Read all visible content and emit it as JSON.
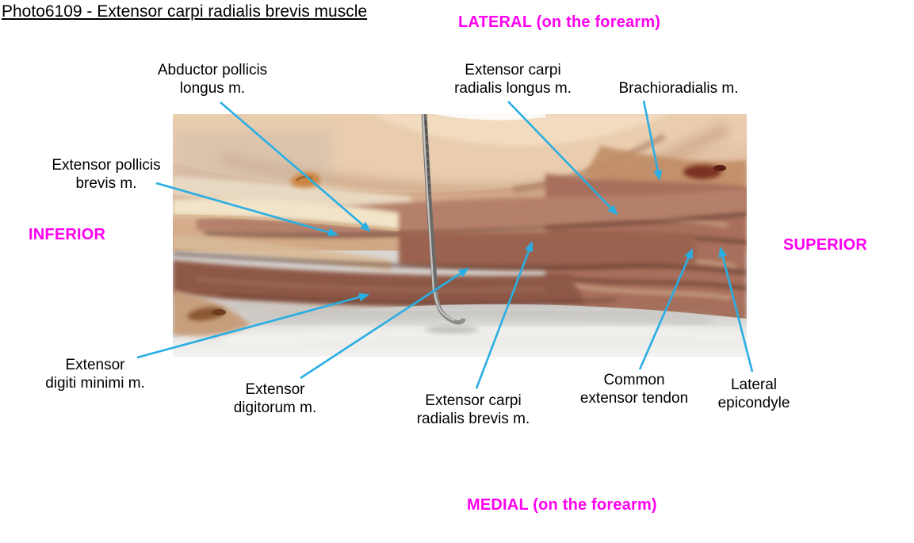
{
  "title": "Photo6109 - Extensor carpi radialis brevis muscle",
  "orientation_labels": {
    "top": "LATERAL (on the forearm)",
    "left": "INFERIOR",
    "right": "SUPERIOR",
    "bottom": "MEDIAL (on the forearm)"
  },
  "annotations": [
    {
      "id": "abductor-pollicis-longus",
      "lines": [
        "Abductor pollicis",
        "longus m."
      ]
    },
    {
      "id": "extensor-carpi-radialis-longus",
      "lines": [
        "Extensor carpi",
        "radialis longus m."
      ]
    },
    {
      "id": "brachioradialis",
      "lines": [
        "Brachioradialis m."
      ]
    },
    {
      "id": "extensor-pollicis-brevis",
      "lines": [
        "Extensor pollicis",
        "brevis m."
      ]
    },
    {
      "id": "extensor-digiti-minimi",
      "lines": [
        "Extensor",
        "digiti minimi m."
      ]
    },
    {
      "id": "extensor-digitorum",
      "lines": [
        "Extensor",
        "digitorum m."
      ]
    },
    {
      "id": "extensor-carpi-radialis-brevis",
      "lines": [
        "Extensor carpi",
        "radialis brevis m."
      ]
    },
    {
      "id": "common-extensor-tendon",
      "lines": [
        "Common",
        "extensor tendon"
      ]
    },
    {
      "id": "lateral-epicondyle",
      "lines": [
        "Lateral",
        "epicondyle"
      ]
    }
  ],
  "photo": {
    "alt": "Dissection photo of a forearm showing extensor muscles, with a metal probe, on a plastic sheet"
  },
  "colors": {
    "orientation_label": "#ff00f0",
    "arrow": "#29aee4",
    "annotation_text": "#000000",
    "title_text": "#000000"
  }
}
